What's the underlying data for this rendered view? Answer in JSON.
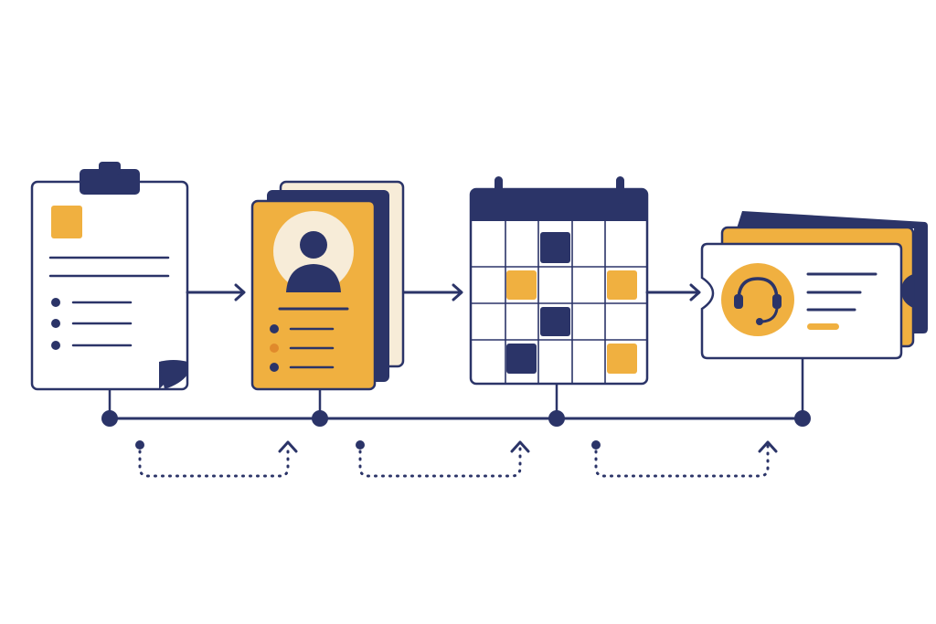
{
  "colors": {
    "navy": "#2b3468",
    "orange": "#f0b040",
    "cream": "#f7ecd8",
    "accent_dot": "#e08a2c",
    "paper": "#ffffff"
  },
  "nodes": [
    {
      "name": "clipboard",
      "icon": "clipboard-icon"
    },
    {
      "name": "profile",
      "icon": "user-profile-icon"
    },
    {
      "name": "calendar",
      "icon": "calendar-icon"
    },
    {
      "name": "support",
      "icon": "headset-icon"
    }
  ],
  "edges": [
    {
      "from": "clipboard",
      "to": "profile"
    },
    {
      "from": "profile",
      "to": "calendar"
    },
    {
      "from": "calendar",
      "to": "support"
    }
  ],
  "feedback_loops": 3
}
